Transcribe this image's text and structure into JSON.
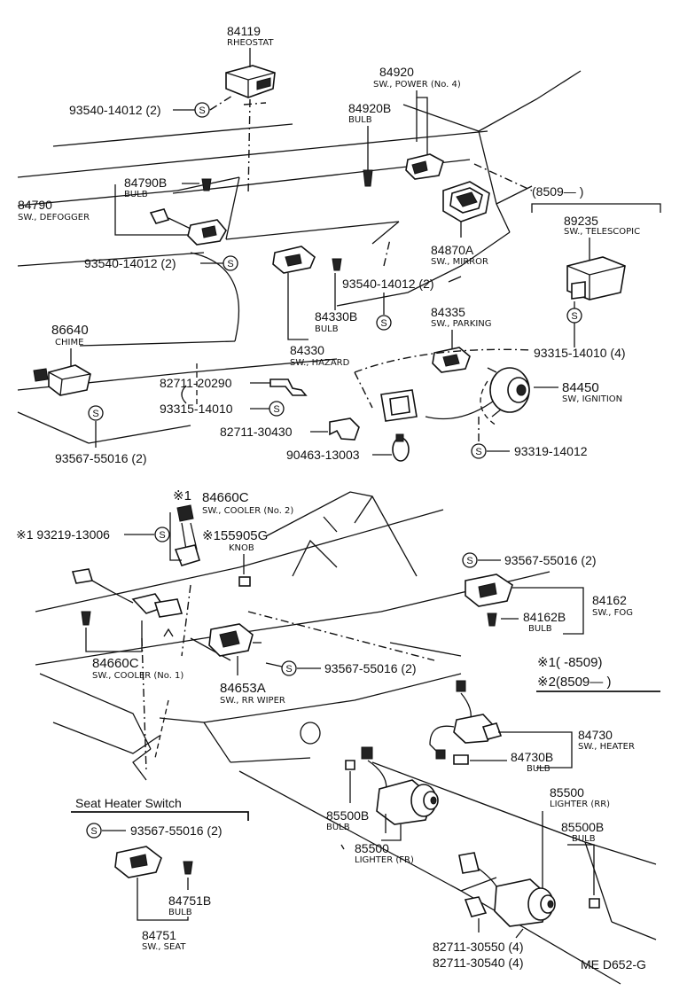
{
  "labels": {
    "p84119": "84119",
    "d84119": "RHEOSTAT",
    "p84920": "84920",
    "d84920": "SW., POWER (No. 4)",
    "p84920b": "84920B",
    "d84920b": "BULB",
    "p93540a": "93540-14012 (2)",
    "p84790b": "84790B",
    "d84790b": "BULB",
    "p84790": "84790",
    "d84790": "SW., DEFOGGER",
    "p8509a": "(8509—      )",
    "p89235": "89235",
    "d89235": "SW., TELESCOPIC",
    "p84870a": "84870A",
    "d84870a": "SW., MIRROR",
    "p93540b": "93540-14012 (2)",
    "p93540c": "93540-14012 (2)",
    "p84335": "84335",
    "d84335": "SW., PARKING",
    "p84330b": "84330B",
    "d84330b": "BULB",
    "p86640": "86640",
    "d86640": "CHIME",
    "p84330": "84330",
    "d84330": "SW., HAZARD",
    "p93315a": "93315-14010 (4)",
    "p82711a": "82711-20290",
    "p84450": "84450",
    "d84450": "SW, IGNITION",
    "p93315b": "93315-14010",
    "p82711b": "82711-30430",
    "p93567a": "93567-55016 (2)",
    "p90463": "90463-13003",
    "p93319": "93319-14012",
    "m1a": "※1",
    "p84660c": "84660C",
    "d84660c": "SW., COOLER (No. 2)",
    "p93219": "※1 93219-13006",
    "p55905g": "※155905G",
    "d55905g": "KNOB",
    "p93567b": "93567-55016 (2)",
    "p84162": "84162",
    "d84162": "SW., FOG",
    "p84162b": "84162B",
    "d84162b": "BULB",
    "p84660c2": "84660C",
    "d84660c2": "SW., COOLER (No. 1)",
    "p93567c": "93567-55016 (2)",
    "legend1": "※1(       -8509)",
    "legend2": "※2(8509—       )",
    "p84653a": "84653A",
    "d84653a": "SW., RR WIPER",
    "p84730": "84730",
    "d84730": "SW., HEATER",
    "p84730b": "84730B",
    "d84730b": "BULB",
    "p85500rr": "85500",
    "d85500rr": "LIGHTER (RR)",
    "seat_title": "Seat Heater Switch",
    "p85500b1": "85500B",
    "d85500b1": "BULB",
    "p85500b2": "85500B",
    "d85500b2": "BULB",
    "p93567d": "93567-55016 (2)",
    "p85500fr": "85500",
    "d85500fr": "LIGHTER (FR)",
    "p84751b": "84751B",
    "d84751b": "BULB",
    "p84751": "84751",
    "d84751": "SW., SEAT",
    "p82711c": "82711-30550 (4)",
    "p82711d": "82711-30540 (4)",
    "ref": "ME  D652-G",
    "screw_symbol": "S"
  }
}
